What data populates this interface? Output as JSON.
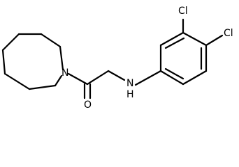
{
  "molecule": {
    "atom_labels": {
      "N_ring": "N",
      "O": "O",
      "N_amine": "N",
      "H_amine": "H",
      "Cl_3": "Cl",
      "Cl_4": "Cl"
    },
    "bond_color": "#000000",
    "background": "#ffffff"
  }
}
